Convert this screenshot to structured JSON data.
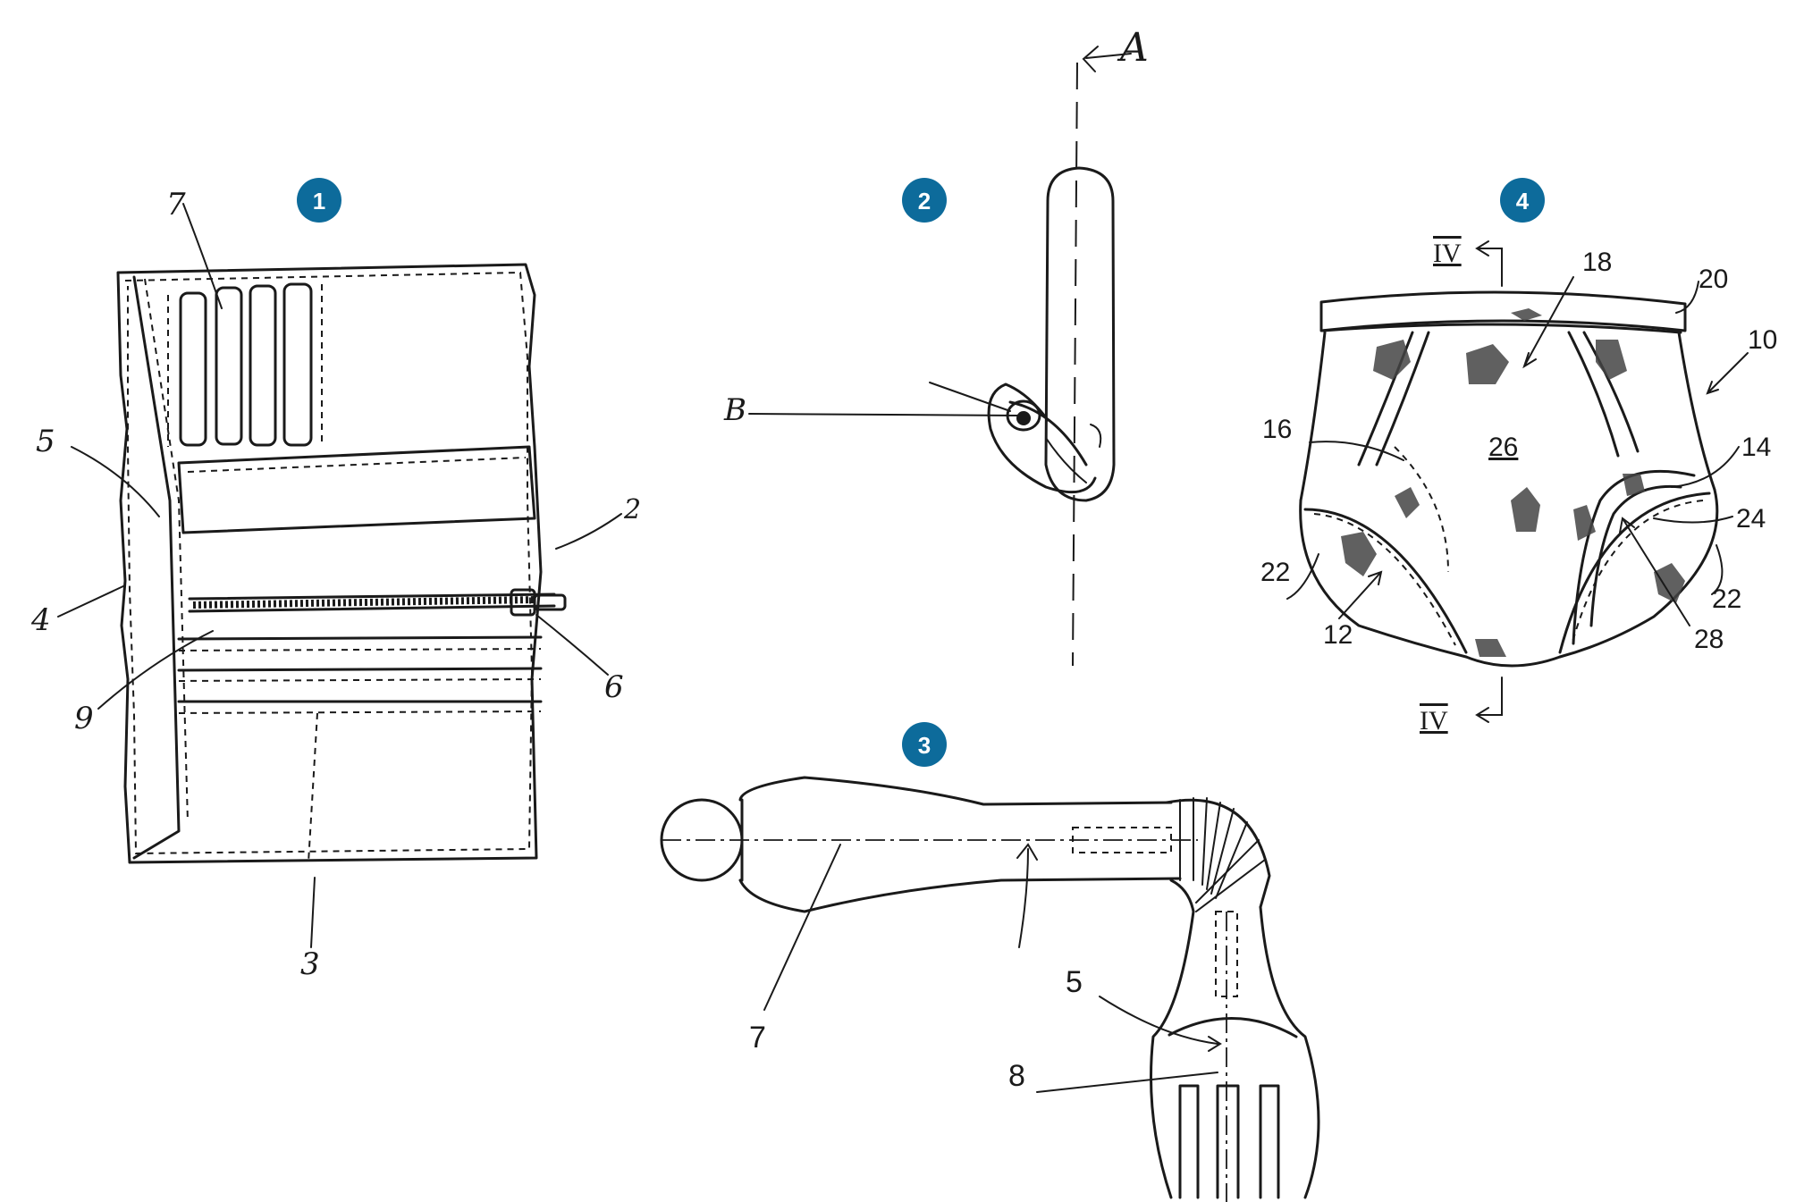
{
  "figures": [
    {
      "badge": "1",
      "labels": {
        "l7": "7",
        "l5": "5",
        "l4": "4",
        "l2": "2",
        "l6": "6",
        "l9": "9",
        "l3": "3"
      }
    },
    {
      "badge": "2",
      "labels": {
        "lA": "A",
        "lB": "B"
      }
    },
    {
      "badge": "3",
      "labels": {
        "l5": "5",
        "l7": "7",
        "l8": "8"
      }
    },
    {
      "badge": "4",
      "labels": {
        "l18": "18",
        "l20": "20",
        "l10": "10",
        "l16": "16",
        "l26": "26",
        "l14": "14",
        "l24": "24",
        "l22a": "22",
        "l22b": "22",
        "l12": "12",
        "l28": "28",
        "lIVtop": "IV",
        "lIVbot": "IV"
      }
    }
  ],
  "colors": {
    "badge": "#0d6b9b",
    "ink": "#1a1a1a",
    "background": "#ffffff"
  }
}
